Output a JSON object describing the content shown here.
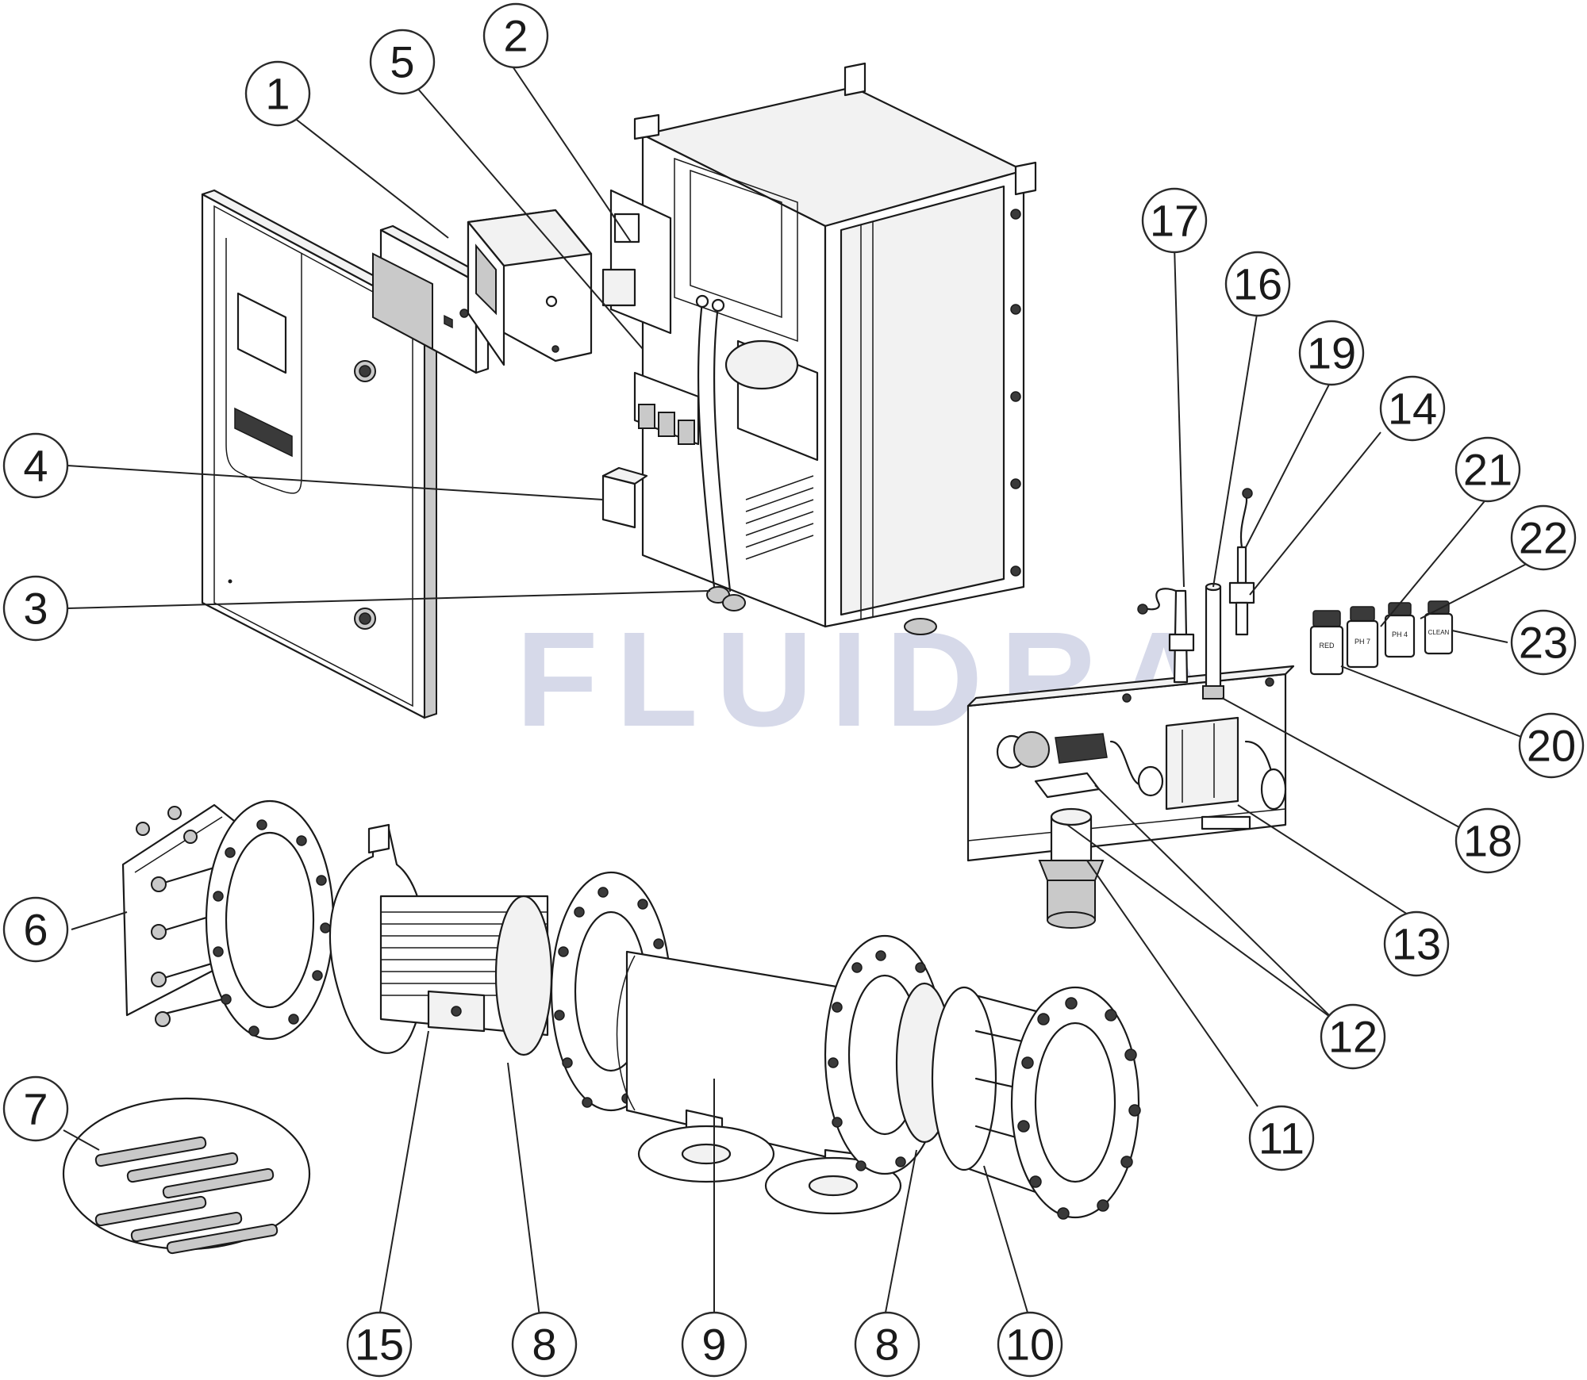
{
  "watermark": "FLUIDRA",
  "display_badge": "",
  "callouts": [
    {
      "id": "c1",
      "label": "1"
    },
    {
      "id": "c2",
      "label": "2"
    },
    {
      "id": "c3",
      "label": "3"
    },
    {
      "id": "c4",
      "label": "4"
    },
    {
      "id": "c5",
      "label": "5"
    },
    {
      "id": "c6",
      "label": "6"
    },
    {
      "id": "c7",
      "label": "7"
    },
    {
      "id": "c8a",
      "label": "8"
    },
    {
      "id": "c8b",
      "label": "8"
    },
    {
      "id": "c9",
      "label": "9"
    },
    {
      "id": "c10",
      "label": "10"
    },
    {
      "id": "c11",
      "label": "11"
    },
    {
      "id": "c12",
      "label": "12"
    },
    {
      "id": "c13",
      "label": "13"
    },
    {
      "id": "c14",
      "label": "14"
    },
    {
      "id": "c15",
      "label": "15"
    },
    {
      "id": "c16",
      "label": "16"
    },
    {
      "id": "c17",
      "label": "17"
    },
    {
      "id": "c18",
      "label": "18"
    },
    {
      "id": "c19",
      "label": "19"
    },
    {
      "id": "c20",
      "label": "20"
    },
    {
      "id": "c21",
      "label": "21"
    },
    {
      "id": "c22",
      "label": "22"
    },
    {
      "id": "c23",
      "label": "23"
    }
  ],
  "bottle_labels": [
    "RED",
    "PH 7",
    "PH 4",
    "CLEAN"
  ]
}
